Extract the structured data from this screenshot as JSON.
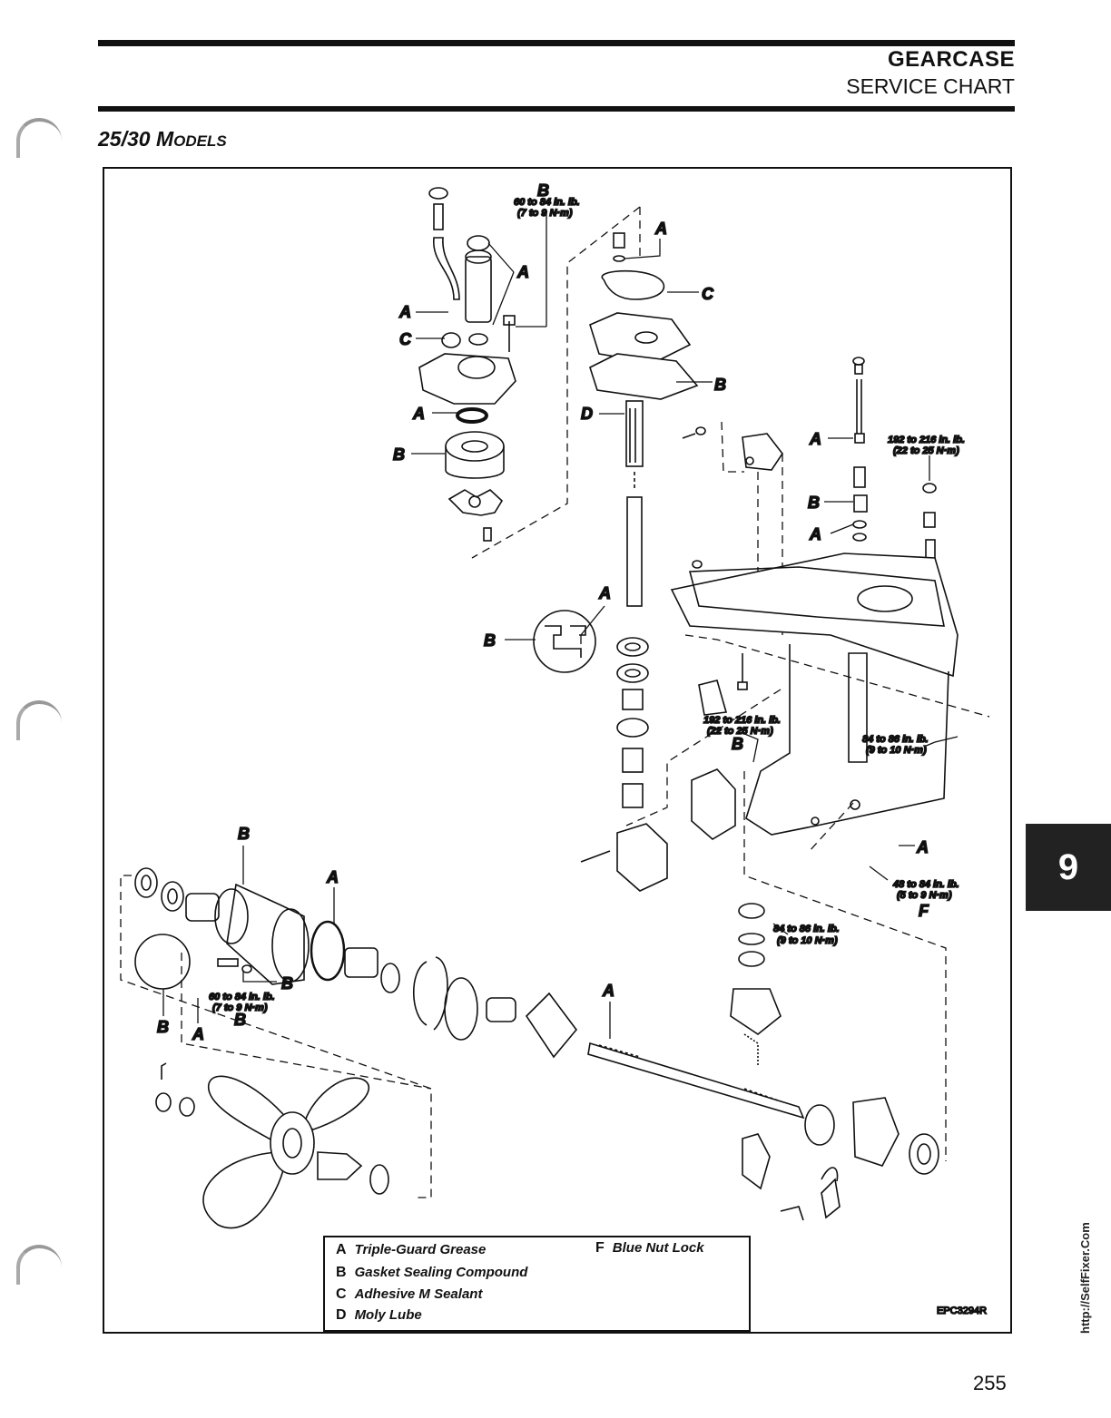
{
  "header": {
    "title": "GEARCASE",
    "subtitle": "SERVICE CHART"
  },
  "section": {
    "title_lead": "25/30 M",
    "title_tail": "ODELS"
  },
  "callouts": {
    "A": "A",
    "B": "B",
    "C": "C",
    "D": "D",
    "F": "F"
  },
  "torque_specs": {
    "t60_84_in": "60 to 84 in. lb.",
    "t60_84_nm": "(7 to 9 N·m)",
    "t192_216_in": "192 to 216 in. lb.",
    "t192_216_nm": "(22 to 25 N·m)",
    "t84_86_in": "84 to 86 in. lb.",
    "t84_86_nm": "(9 to 10 N·m)",
    "t48_84_in": "48 to 84 in. lb.",
    "t48_84_nm": "(5 to 9 N·m)"
  },
  "legend": [
    {
      "key": "A",
      "text": "Triple-Guard Grease"
    },
    {
      "key": "B",
      "text": "Gasket Sealing Compound"
    },
    {
      "key": "C",
      "text": "Adhesive M Sealant"
    },
    {
      "key": "D",
      "text": "Moly Lube"
    },
    {
      "key": "F",
      "text": "Blue Nut Lock"
    }
  ],
  "figure_code": "EPC3294R",
  "side_tab": "9",
  "page_number": "255",
  "watermark": "http://SelfFixer.Com"
}
